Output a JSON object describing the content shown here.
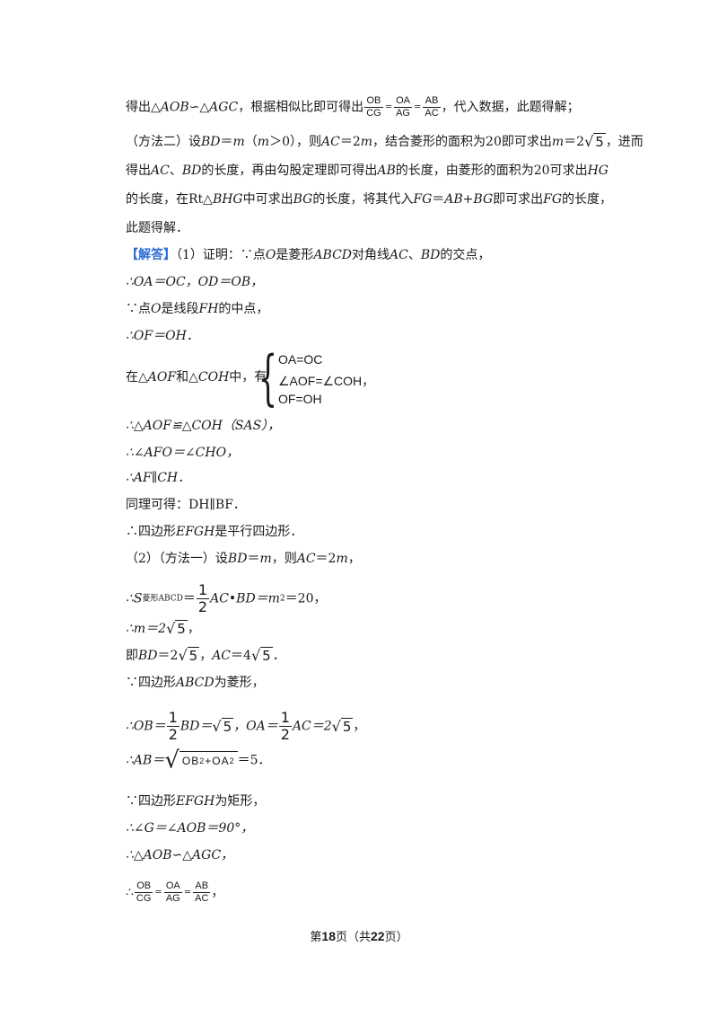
{
  "lines": {
    "l1_a": "得出△",
    "l1_b": "AOB",
    "l1_c": "∽△",
    "l1_d": "AGC",
    "l1_e": "，根据相似比即可得出",
    "l1_f": "，代入数据，此题得解；",
    "frac_ob_cg": {
      "num": "OB",
      "den": "CG"
    },
    "frac_oa_ag": {
      "num": "OA",
      "den": "AG"
    },
    "frac_ab_ac": {
      "num": "AB",
      "den": "AC"
    },
    "l2_a": "（方法二）设",
    "l2_b": "BD",
    "l2_c": "＝",
    "l2_d": "m",
    "l2_e": "（",
    "l2_f": "m",
    "l2_g": "＞0），则",
    "l2_h": "AC",
    "l2_i": "＝2",
    "l2_j": "m",
    "l2_k": "，结合菱形的面积为20即可求出",
    "l2_l": "m",
    "l2_m": "＝2",
    "l2_n": "5",
    "l2_o": "，进而",
    "l3_a": "得出",
    "l3_b": "AC",
    "l3_c": "、",
    "l3_d": "BD",
    "l3_e": "的长度，再由勾股定理即可得出",
    "l3_f": "AB",
    "l3_g": "的长度，由菱形的面积为20可求出",
    "l3_h": "HG",
    "l4_a": "的长度，在Rt△",
    "l4_b": "BHG",
    "l4_c": "中可求出",
    "l4_d": "BG",
    "l4_e": "的长度，将其代入",
    "l4_f": "FG",
    "l4_g": "＝",
    "l4_h": "AB",
    "l4_i": "+",
    "l4_j": "BG",
    "l4_k": "即可求出",
    "l4_l": "FG",
    "l4_m": "的长度，",
    "l5": "此题得解．",
    "l6_tag": "【解答】",
    "l6_a": "（1）证明：∵点",
    "l6_b": "O",
    "l6_c": "是菱形",
    "l6_d": "ABCD",
    "l6_e": "对角线",
    "l6_f": "AC",
    "l6_g": "、",
    "l6_h": "BD",
    "l6_i": "的交点，",
    "l7": "∴OA＝OC，OD＝OB，",
    "l8_a": "∵点",
    "l8_b": "O",
    "l8_c": "是线段",
    "l8_d": "FH",
    "l8_e": "的中点，",
    "l9": "∴OF＝OH．",
    "l10_a": "在△",
    "l10_b": "AOF",
    "l10_c": "和△",
    "l10_d": "COH",
    "l10_e": "中，有",
    "sys1": "OA=OC",
    "sys2": "∠AOF=∠COH",
    "sys2_tail": "，",
    "sys3": "OF=OH",
    "l11": "∴△AOF≌△COH（SAS），",
    "l12": "∴∠AFO＝∠CHO，",
    "l13": "∴AF∥CH．",
    "l14": "同理可得：DH∥BF．",
    "l15_a": "∴四边形",
    "l15_b": "EFGH",
    "l15_c": "是平行四边形．",
    "l16_a": "（2）（方法一）设",
    "l16_b": "BD",
    "l16_c": "＝",
    "l16_d": "m",
    "l16_e": "，则",
    "l16_f": "AC",
    "l16_g": "＝2",
    "l16_h": "m",
    "l16_i": "，",
    "l17_a": "∴S",
    "l17_sub": "菱形ABCD",
    "l17_b": "＝",
    "frac_half": {
      "num": "1",
      "den": "2"
    },
    "l17_c": "AC•BD＝m",
    "l17_sup": "2",
    "l17_d": "＝20，",
    "l18_a": "∴m＝2",
    "l18_rad": "5",
    "l18_b": "，",
    "l19_a": "即",
    "l19_b": "BD",
    "l19_c": "＝2",
    "l19_rad1": "5",
    "l19_d": "，",
    "l19_e": "AC",
    "l19_f": "＝4",
    "l19_rad2": "5",
    "l19_g": "．",
    "l20_a": "∵四边形",
    "l20_b": "ABCD",
    "l20_c": "为菱形，",
    "l21_a": "∴OB＝",
    "l21_b": "BD＝",
    "l21_rad1": "5",
    "l21_c": "，OA＝",
    "l21_d": "AC＝2",
    "l21_rad2": "5",
    "l21_e": "，",
    "l22_a": "∴AB＝",
    "l22_rad": "OB",
    "l22_sup1": "2",
    "l22_plus": "+OA",
    "l22_sup2": "2",
    "l22_b": "＝5．",
    "l23_a": "∵四边形",
    "l23_b": "EFGH",
    "l23_c": "为矩形，",
    "l24": "∴∠G＝∠AOB＝90°，",
    "l25": "∴△AOB∽△AGC，",
    "l26_a": "∴",
    "l26_end": "，"
  },
  "footer": {
    "pre": "第",
    "page": "18",
    "mid": "页（共",
    "total": "22",
    "post": "页）"
  }
}
